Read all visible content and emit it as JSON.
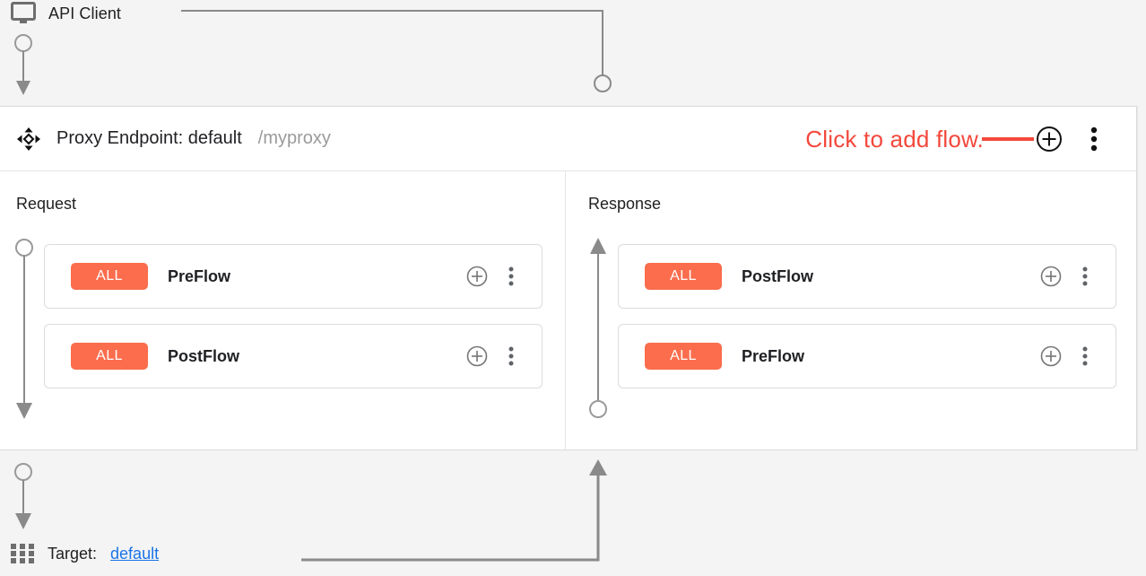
{
  "canvas": {
    "background": "#f4f4f4",
    "card_background": "#ffffff"
  },
  "client": {
    "icon": "monitor-icon",
    "label": "API Client"
  },
  "proxy": {
    "drag_icon": "move-icon",
    "title": "Proxy Endpoint: default",
    "basepath": "/myproxy",
    "add_icon": "circle-plus-icon",
    "menu_icon": "kebab-menu-icon"
  },
  "annotation": {
    "text": "Click to add flow.",
    "color": "#f4483c"
  },
  "columns": [
    {
      "id": "request",
      "title": "Request",
      "direction": "down",
      "flows": [
        {
          "badge": "ALL",
          "badge_color": "#fb6d4c",
          "name": "PreFlow",
          "add_icon": "circle-plus-icon",
          "menu_icon": "kebab-menu-icon"
        },
        {
          "badge": "ALL",
          "badge_color": "#fb6d4c",
          "name": "PostFlow",
          "add_icon": "circle-plus-icon",
          "menu_icon": "kebab-menu-icon"
        }
      ]
    },
    {
      "id": "response",
      "title": "Response",
      "direction": "up",
      "flows": [
        {
          "badge": "ALL",
          "badge_color": "#fb6d4c",
          "name": "PostFlow",
          "add_icon": "circle-plus-icon",
          "menu_icon": "kebab-menu-icon"
        },
        {
          "badge": "ALL",
          "badge_color": "#fb6d4c",
          "name": "PreFlow",
          "add_icon": "circle-plus-icon",
          "menu_icon": "kebab-menu-icon"
        }
      ]
    }
  ],
  "target": {
    "icon": "grid-icon",
    "label": "Target:",
    "link": "default",
    "link_color": "#1a73e8"
  }
}
